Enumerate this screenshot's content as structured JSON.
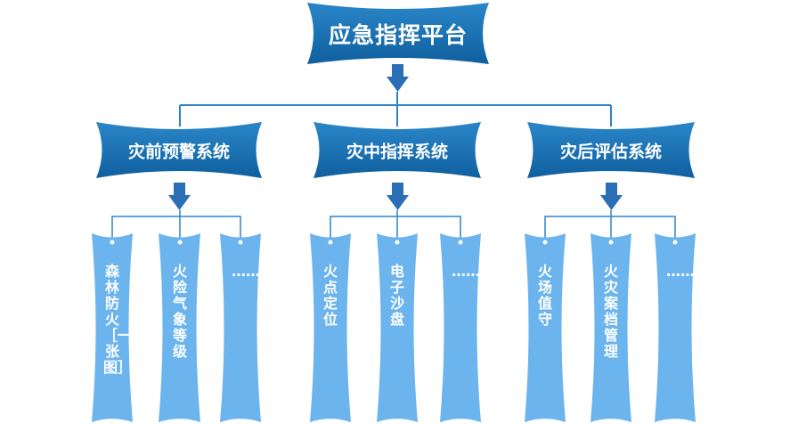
{
  "title": "应急指挥平台",
  "systems": [
    {
      "name": "灾前预警系统",
      "items": [
        "森林防火［一张图］",
        "火险气象等级",
        "……"
      ]
    },
    {
      "name": "灾中指挥系统",
      "items": [
        "火点定位",
        "电子沙盘",
        "……"
      ]
    },
    {
      "name": "灾后评估系统",
      "items": [
        "火场值守",
        "火灾案档管理",
        "……"
      ]
    }
  ],
  "colors": {
    "banner_dark": "#0a5a9c",
    "banner": "#1b74b8",
    "arrow": "#2a6fb5",
    "connector": "#2f83c8",
    "column": "#6cb4ee",
    "column_edge": "#5aa6e4"
  }
}
